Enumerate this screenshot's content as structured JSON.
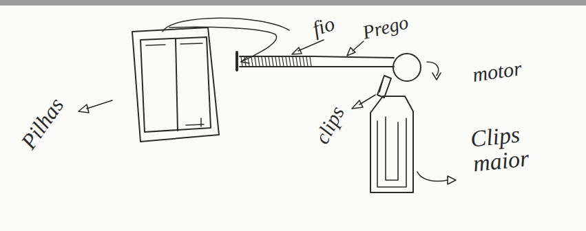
{
  "diagram": {
    "labels": [
      "Pilhas",
      "fio",
      "Prego",
      "clips",
      "motor",
      "Clips maior"
    ]
  }
}
